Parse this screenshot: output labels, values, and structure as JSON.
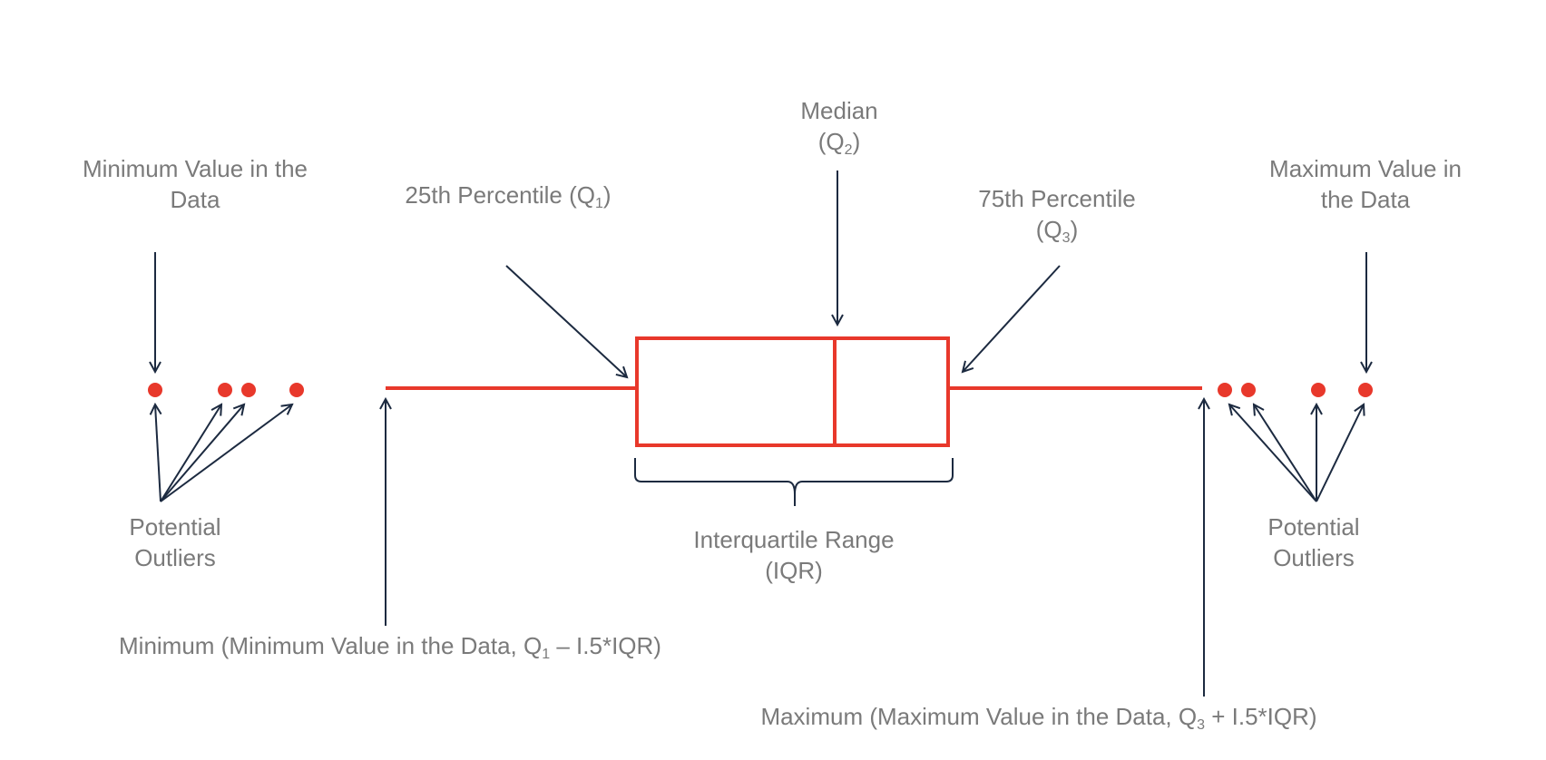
{
  "colors": {
    "box": "#e8382b",
    "arrow": "#1c2a40",
    "text": "#7a7a7a",
    "background": "#ffffff"
  },
  "labels": {
    "minimum_value": {
      "line1": "Minimum Value in the",
      "line2": "Data"
    },
    "q1": {
      "text": "25th Percentile (Q",
      "sub": "1",
      "close": ")"
    },
    "median": {
      "line1": "Median",
      "open": "(Q",
      "sub": "2",
      "close": ")"
    },
    "q3": {
      "line1": "75th Percentile",
      "open": "(Q",
      "sub": "3",
      "close": ")"
    },
    "maximum_value": {
      "line1": "Maximum Value in",
      "line2": "the Data"
    },
    "outliers_left": {
      "line1": "Potential",
      "line2": "Outliers"
    },
    "outliers_right": {
      "line1": "Potential",
      "line2": "Outliers"
    },
    "iqr": {
      "line1": "Interquartile Range",
      "line2": "(IQR)"
    },
    "minimum_formula": {
      "text": "Minimum (Minimum Value in the Data, Q",
      "sub": "1",
      "rest": " – I.5*IQR)"
    },
    "maximum_formula": {
      "text": "Maximum (Maximum Value in the Data, Q",
      "sub": "3",
      "rest": " + I.5*IQR)"
    }
  }
}
